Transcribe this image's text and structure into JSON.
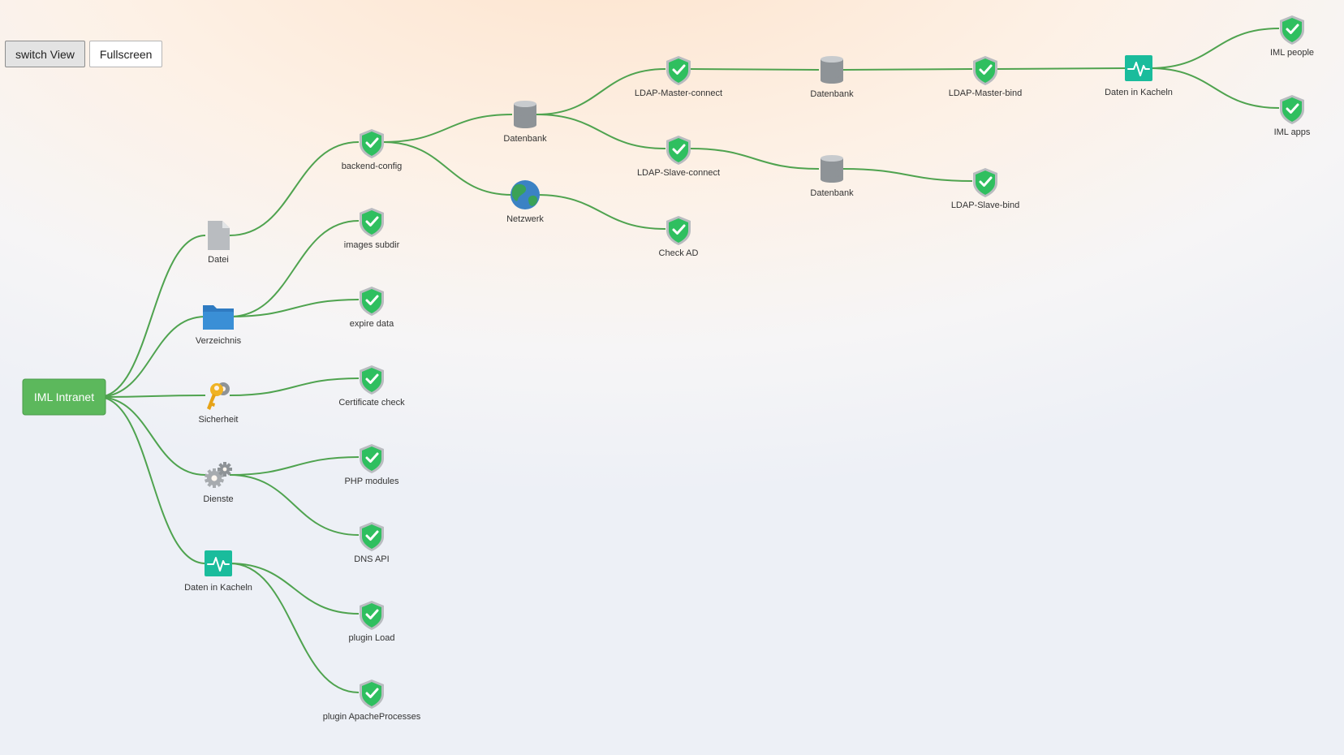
{
  "toolbar": {
    "switch_view": "switch View",
    "fullscreen": "Fullscreen"
  },
  "colors": {
    "edge": "#4fa34f",
    "root": "#5cb85c",
    "ok": "#2fbf5f",
    "tile": "#1abc9c",
    "folder": "#3a8fd6"
  },
  "graph": {
    "root": {
      "id": "root",
      "label": "IML Intranet"
    },
    "nodes": [
      {
        "id": "n_datei",
        "label": "Datei",
        "icon": "file-icon"
      },
      {
        "id": "n_verz",
        "label": "Verzeichnis",
        "icon": "folder-icon"
      },
      {
        "id": "n_sich",
        "label": "Sicherheit",
        "icon": "key-icon"
      },
      {
        "id": "n_dienste",
        "label": "Dienste",
        "icon": "gears-icon"
      },
      {
        "id": "n_kacheln1",
        "label": "Daten in Kacheln",
        "icon": "pulse-tile-icon"
      },
      {
        "id": "n_backend",
        "label": "backend-config",
        "icon": "shield-check-icon"
      },
      {
        "id": "n_images",
        "label": "images subdir",
        "icon": "shield-check-icon"
      },
      {
        "id": "n_expire",
        "label": "expire data",
        "icon": "shield-check-icon"
      },
      {
        "id": "n_cert",
        "label": "Certificate check",
        "icon": "shield-check-icon"
      },
      {
        "id": "n_php",
        "label": "PHP modules",
        "icon": "shield-check-icon"
      },
      {
        "id": "n_dns",
        "label": "DNS API",
        "icon": "shield-check-icon"
      },
      {
        "id": "n_load",
        "label": "plugin Load",
        "icon": "shield-check-icon"
      },
      {
        "id": "n_apache",
        "label": "plugin ApacheProcesses",
        "icon": "shield-check-icon"
      },
      {
        "id": "n_db1",
        "label": "Datenbank",
        "icon": "database-icon"
      },
      {
        "id": "n_netz",
        "label": "Netzwerk",
        "icon": "globe-icon"
      },
      {
        "id": "n_ldapm",
        "label": "LDAP-Master-connect",
        "icon": "shield-check-icon"
      },
      {
        "id": "n_ldaps",
        "label": "LDAP-Slave-connect",
        "icon": "shield-check-icon"
      },
      {
        "id": "n_ad",
        "label": "Check AD",
        "icon": "shield-check-icon"
      },
      {
        "id": "n_db2",
        "label": "Datenbank",
        "icon": "database-icon"
      },
      {
        "id": "n_db3",
        "label": "Datenbank",
        "icon": "database-icon"
      },
      {
        "id": "n_mbind",
        "label": "LDAP-Master-bind",
        "icon": "shield-check-icon"
      },
      {
        "id": "n_sbind",
        "label": "LDAP-Slave-bind",
        "icon": "shield-check-icon"
      },
      {
        "id": "n_kacheln2",
        "label": "Daten in Kacheln",
        "icon": "pulse-tile-icon"
      },
      {
        "id": "n_people",
        "label": "IML people",
        "icon": "shield-check-icon"
      },
      {
        "id": "n_apps",
        "label": "IML apps",
        "icon": "shield-check-icon"
      }
    ],
    "edges": [
      [
        "root",
        "n_datei"
      ],
      [
        "root",
        "n_verz"
      ],
      [
        "root",
        "n_sich"
      ],
      [
        "root",
        "n_dienste"
      ],
      [
        "root",
        "n_kacheln1"
      ],
      [
        "n_datei",
        "n_backend"
      ],
      [
        "n_verz",
        "n_images"
      ],
      [
        "n_verz",
        "n_expire"
      ],
      [
        "n_sich",
        "n_cert"
      ],
      [
        "n_dienste",
        "n_php"
      ],
      [
        "n_dienste",
        "n_dns"
      ],
      [
        "n_kacheln1",
        "n_load"
      ],
      [
        "n_kacheln1",
        "n_apache"
      ],
      [
        "n_backend",
        "n_db1"
      ],
      [
        "n_backend",
        "n_netz"
      ],
      [
        "n_db1",
        "n_ldapm"
      ],
      [
        "n_db1",
        "n_ldaps"
      ],
      [
        "n_netz",
        "n_ad"
      ],
      [
        "n_ldapm",
        "n_db2"
      ],
      [
        "n_ldaps",
        "n_db3"
      ],
      [
        "n_db2",
        "n_mbind"
      ],
      [
        "n_db3",
        "n_sbind"
      ],
      [
        "n_mbind",
        "n_kacheln2"
      ],
      [
        "n_kacheln2",
        "n_people"
      ],
      [
        "n_kacheln2",
        "n_apps"
      ]
    ]
  }
}
